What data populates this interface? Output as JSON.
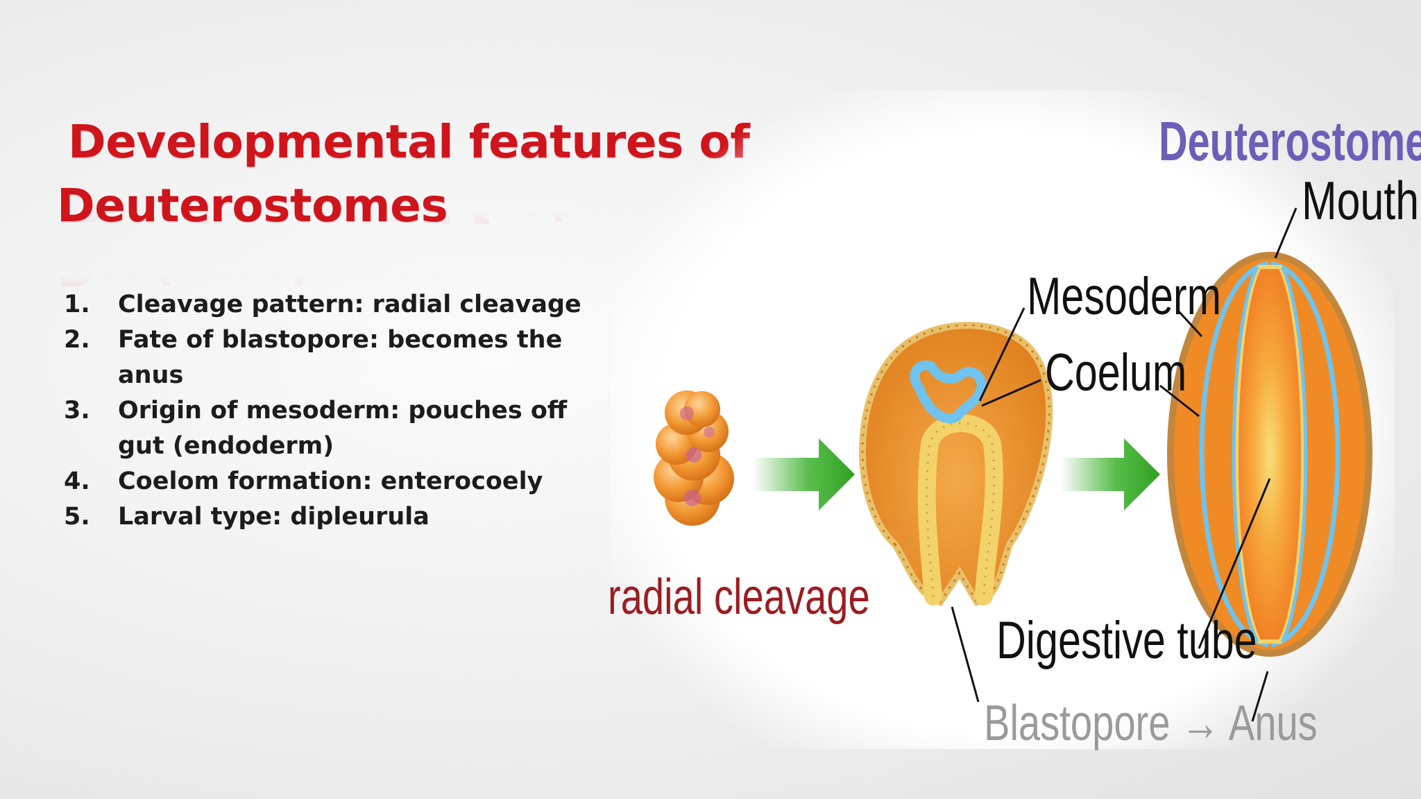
{
  "slide": {
    "title_line1": "Developmental features of",
    "title_line2": "Deuterostomes",
    "features": [
      {
        "num": "1.",
        "text": "Cleavage pattern: radial cleavage"
      },
      {
        "num": "2.",
        "text": "Fate of blastopore: becomes the anus"
      },
      {
        "num": "3.",
        "text": "Origin of mesoderm: pouches off gut (endoderm)"
      },
      {
        "num": "4.",
        "text": "Coelom formation: enterocoely"
      },
      {
        "num": "5.",
        "text": "Larval type: dipleurula"
      }
    ]
  },
  "diagram": {
    "heading": "Deuterostome",
    "mouth": "Mouth",
    "mesoderm": "Mesoderm",
    "coelum": "Coelum",
    "cleavage": "radial cleavage",
    "digestive": "Digestive tube",
    "blastopore": "Blastopore → Anus"
  },
  "colors": {
    "title": "#d0141c",
    "heading": "#6b5fb7",
    "cleavage_label": "#9b1c22",
    "arrow": "#3cb22c",
    "embryo_orange": "#f08a24",
    "mesoderm_blue": "#6fc3ee",
    "endoderm_yellow": "#f4d26a"
  }
}
